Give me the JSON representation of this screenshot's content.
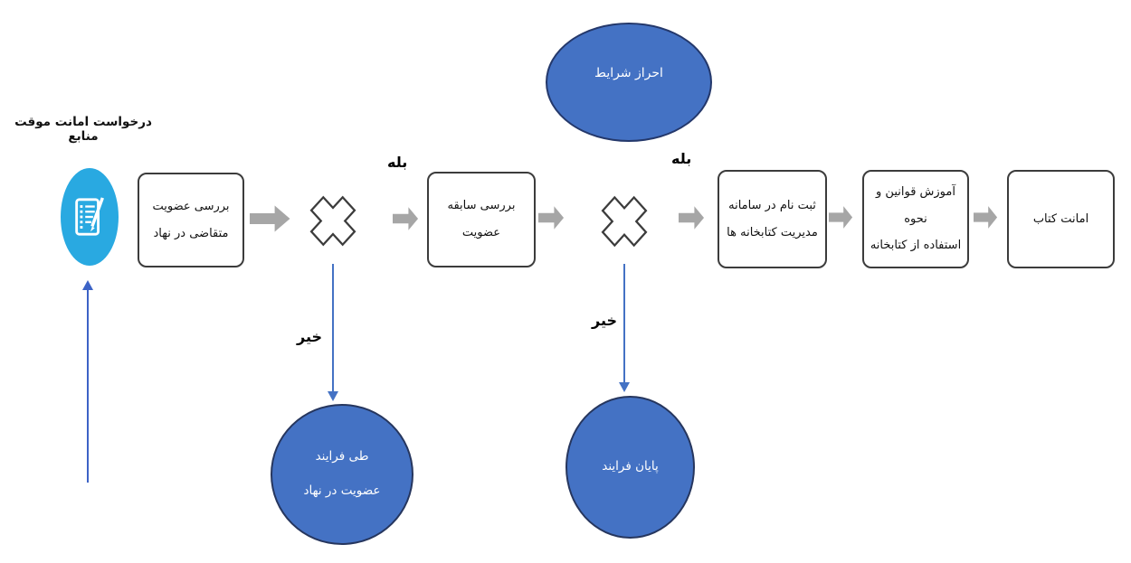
{
  "colors": {
    "shape_blue": "#4472c4",
    "shape_blue_border": "#24386b",
    "icon_blue": "#29a9e1",
    "arrow_gray": "#a6a6a6",
    "connector_blue": "#4472c4",
    "outline_dark": "#3c3c3c"
  },
  "diagram": {
    "request_label": "درخواست امانت موقت منابع",
    "eligibility_ellipse": "احراز شرایط",
    "boxes": {
      "check_membership": {
        "line1": "بررسی عضویت",
        "line2": "متقاضی در نهاد"
      },
      "check_history": {
        "line1": "بررسی سابقه عضویت"
      },
      "register": {
        "line1": "ثبت نام در سامانه",
        "line2": "مدیریت کتابخانه ها"
      },
      "training": {
        "line1": "آموزش قوانین و نحوه",
        "line2": "استفاده از کتابخانه"
      },
      "book_loan": {
        "line1": "امانت کتاب"
      }
    },
    "decision_labels": {
      "yes_1": "بله",
      "yes_2": "بله",
      "no_1": "خیر",
      "no_2": "خیر"
    },
    "terminals": {
      "membership_process": {
        "line1": "طی فرایند",
        "line2": "عضویت در نهاد"
      },
      "end_process": {
        "line1": "پایان فرایند"
      }
    },
    "icons": {
      "form_icon": "notepad-pencil"
    }
  }
}
